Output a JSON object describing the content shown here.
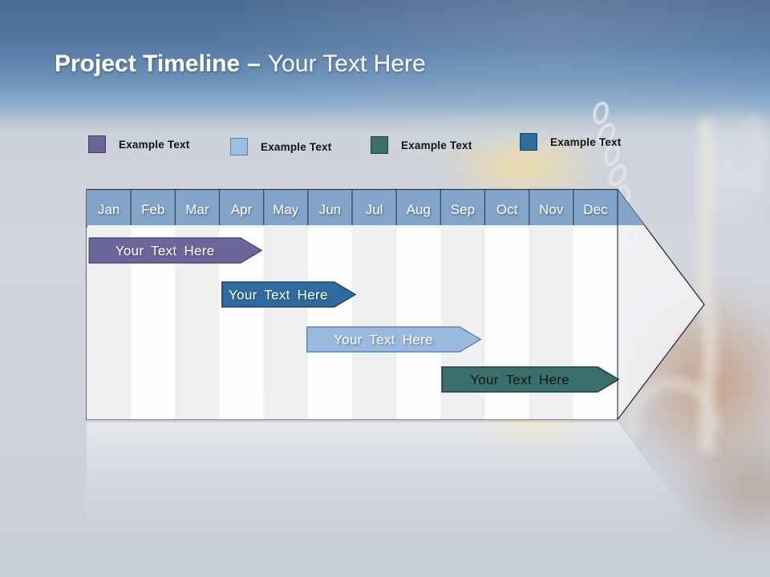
{
  "title": {
    "bold": "Project Timeline",
    "separator": "–",
    "light": "Your Text Here"
  },
  "legend": {
    "items": [
      {
        "label": "Example Text",
        "color": "#6A6596",
        "border": "#3F3C66"
      },
      {
        "label": "Example Text",
        "color": "#9DBEE0",
        "border": "#5E82A9"
      },
      {
        "label": "Example Text",
        "color": "#3A706C",
        "border": "#223F3C"
      },
      {
        "label": "Example Text",
        "color": "#2F6B9F",
        "border": "#1D4566"
      }
    ]
  },
  "timeline": {
    "months": [
      "Jan",
      "Feb",
      "Mar",
      "Apr",
      "May",
      "Jun",
      "Jul",
      "Aug",
      "Sep",
      "Oct",
      "Nov",
      "Dec"
    ],
    "header_fill": "#82A4C8",
    "header_divider": "#3E4E66",
    "stripe_odd": "#EFEFF1",
    "stripe_even": "#FDFDFE",
    "bars": [
      {
        "label": "Your Text Here",
        "start": 0.06,
        "end": 3.48,
        "fill": "#6B679A",
        "border": "#4A4677",
        "text_color": "#FFFFFF"
      },
      {
        "label": "Your Text Here",
        "start": 3.06,
        "end": 5.6,
        "fill": "#2F6B9F",
        "border": "#1E4465",
        "text_color": "#FFFFFF"
      },
      {
        "label": "Your Text Here",
        "start": 4.98,
        "end": 8.43,
        "fill": "#9BBBDE",
        "border": "#5E86AF",
        "text_color": "#FFFFFF"
      },
      {
        "label": "Your Text Here",
        "start": 8.03,
        "end": 11.55,
        "fill": "#3A6F6B",
        "border": "#1F3B38",
        "text_color": "#131617"
      }
    ]
  }
}
